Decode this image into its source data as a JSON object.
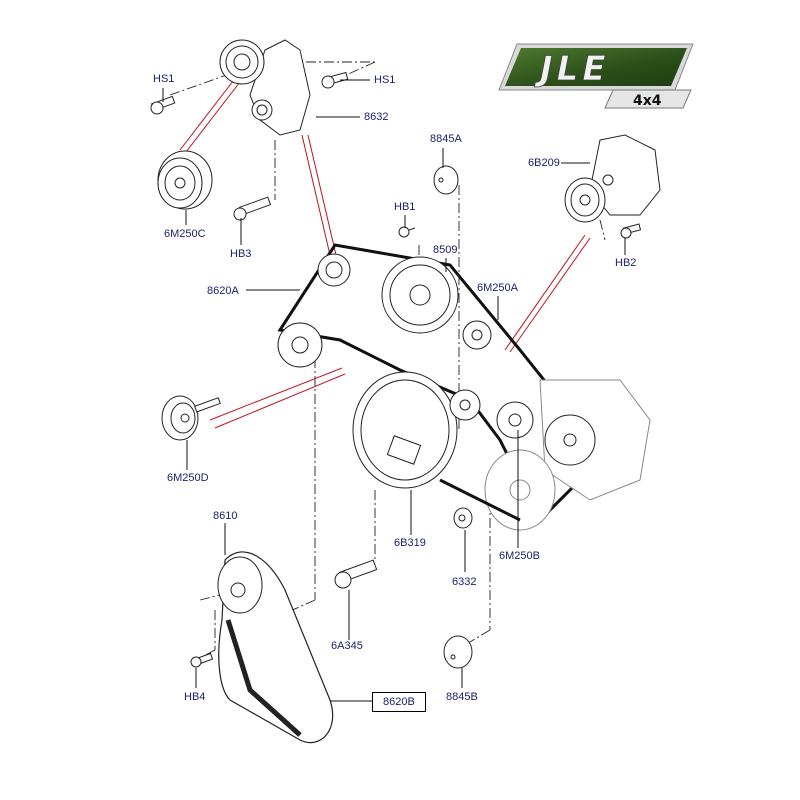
{
  "logo": {
    "brand": "JLE",
    "sub": "4x4",
    "colors": {
      "dark_green": "#1f3d12",
      "mid_green": "#4f7a2f",
      "silver": "#d9d9d9"
    }
  },
  "colors": {
    "label": "#1a1f6b",
    "leader": "#111111",
    "red_line": "#c0141c",
    "drawing": "#222222"
  },
  "labels": {
    "hs1_left": "HS1",
    "hs1_right": "HS1",
    "p8632": "8632",
    "p6m250c": "6M250C",
    "hb3": "HB3",
    "p8845a": "8845A",
    "p6b209": "6B209",
    "hb1": "HB1",
    "p8509": "8509",
    "hb2": "HB2",
    "p8620a": "8620A",
    "p6m250a": "6M250A",
    "p6m250d": "6M250D",
    "p8610": "8610",
    "p6b319": "6B319",
    "p6332": "6332",
    "p6m250b": "6M250B",
    "p6a345": "6A345",
    "hb4": "HB4",
    "p8845b": "8845B",
    "p8620b": "8620B"
  }
}
